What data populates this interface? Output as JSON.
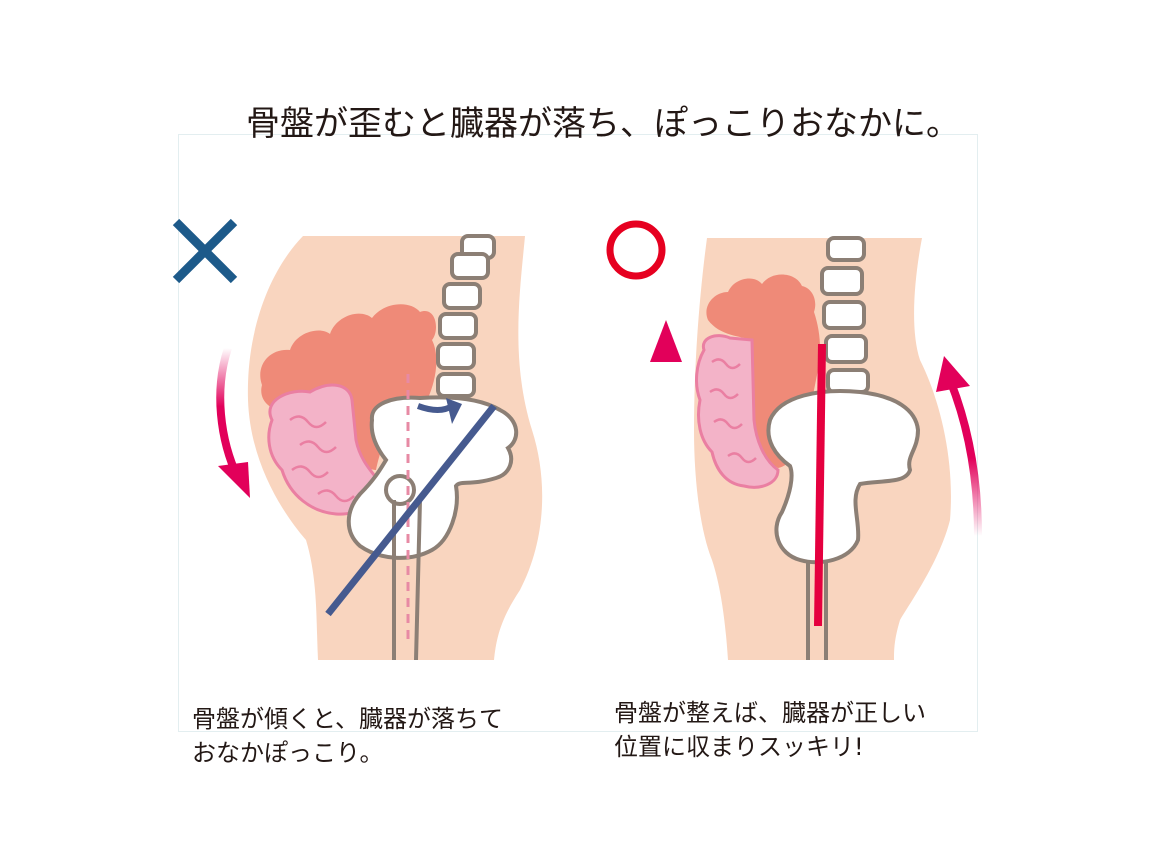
{
  "title": "骨盤が歪むと臓器が落ち、ぽっこりおなかに。",
  "panels": {
    "bad": {
      "mark": "×",
      "mark_icon": "cross-mark-icon",
      "caption_line1": "骨盤が傾くと、臓器が落ちて",
      "caption_line2": "おなかぽっこり。"
    },
    "good": {
      "mark": "○",
      "mark_icon": "circle-mark-icon",
      "caption_line1": "骨盤が整えば、臓器が正しい",
      "caption_line2": "位置に収まりスッキリ!"
    }
  },
  "colors": {
    "skin": "#f9d5bf",
    "organ_orange": "#ef8a78",
    "intestine_pink": "#f3b3c8",
    "intestine_line": "#ea7fa2",
    "bone_fill": "#ffffff",
    "bone_line": "#8c7f75",
    "navy": "#465a8f",
    "cross_blue": "#1d5a8a",
    "circle_red": "#e60020",
    "arrow_magenta": "#e2005a",
    "good_line_red": "#e5003f"
  }
}
